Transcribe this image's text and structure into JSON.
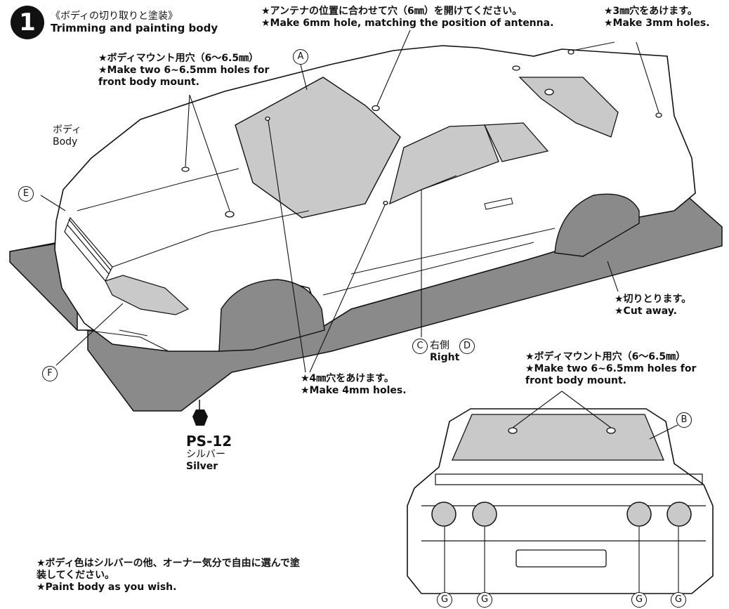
{
  "step": {
    "number": "1",
    "title_ja": "《ボディの切り取りと塗装》",
    "title_en": "Trimming and painting body"
  },
  "notes": {
    "antenna": {
      "ja": "★アンテナの位置に合わせて穴（6㎜）を開けてください。",
      "en": "★Make 6mm hole, matching the position of antenna."
    },
    "hole3": {
      "ja": "★3㎜穴をあけます。",
      "en": "★Make 3mm holes."
    },
    "front_mount": {
      "ja": "★ボディマウント用穴（6～6.5㎜）",
      "en1": "★Make two 6~6.5mm holes for",
      "en2": "front body mount."
    },
    "body": {
      "ja": "ボディ",
      "en": "Body"
    },
    "cut_away": {
      "ja": "★切りとります。",
      "en": "★Cut away."
    },
    "hole4": {
      "ja": "★4㎜穴をあけます。",
      "en": "★Make 4mm holes."
    },
    "right_side": {
      "ja": "右側",
      "en": "Right"
    },
    "rear_mount": {
      "ja": "★ボディマウント用穴（6～6.5㎜）",
      "en1": "★Make two 6~6.5mm holes for",
      "en2": "front body mount."
    },
    "paint": {
      "ja1": "★ボディ色はシルバーの他、オーナー気分で自由に選んで塗",
      "ja2": "装してください。",
      "en": "★Paint body as you wish."
    }
  },
  "paint_code": {
    "code": "PS-12",
    "ja": "シルバー",
    "en": "Silver"
  },
  "part_letters": {
    "a": "A",
    "b": "B",
    "c": "C",
    "d": "D",
    "e": "E",
    "f": "F",
    "g1": "G",
    "g2": "G",
    "g3": "G",
    "g4": "G"
  },
  "colors": {
    "ink": "#111111",
    "window_tint": "#c9c9c9",
    "cut_area": "#8a8a8a",
    "body_fill": "#ffffff"
  }
}
